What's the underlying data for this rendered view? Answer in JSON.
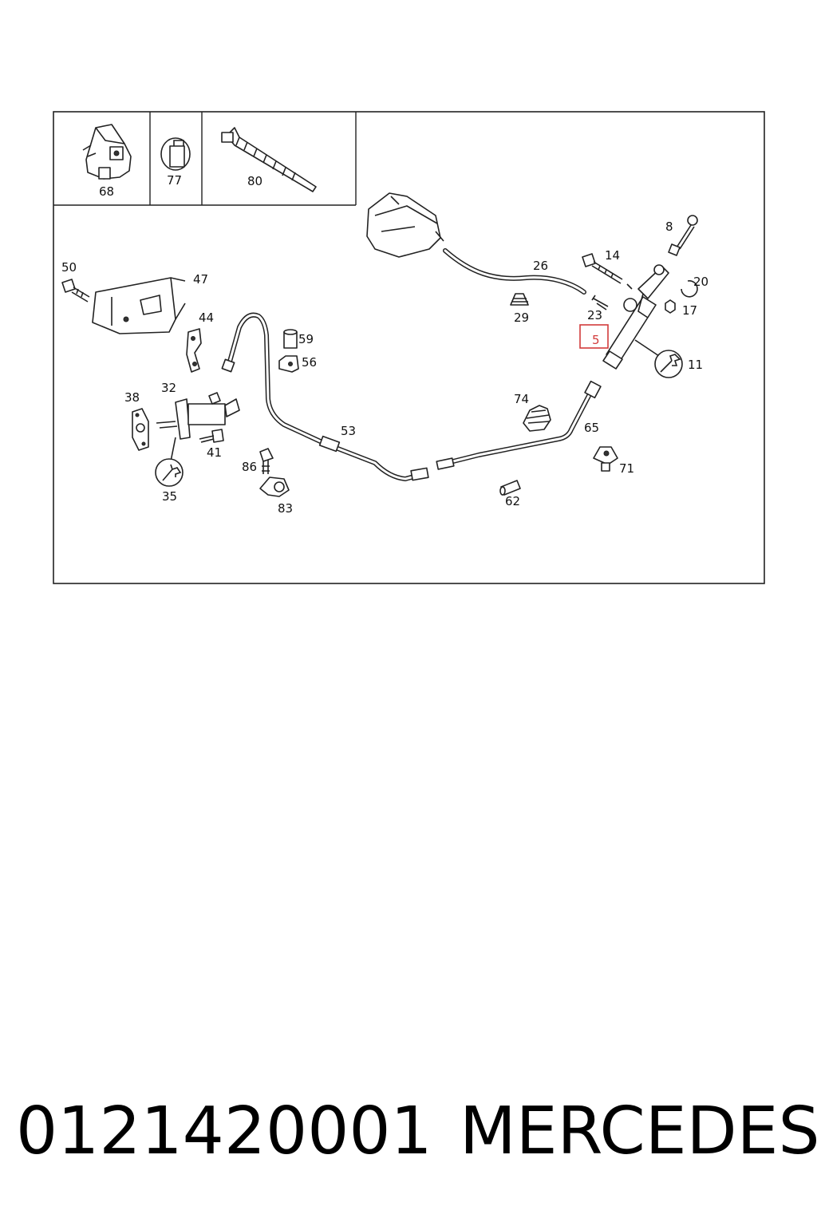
{
  "diagram": {
    "callouts": {
      "c68": "68",
      "c77": "77",
      "c80": "80",
      "c50": "50",
      "c47": "47",
      "c44": "44",
      "c26": "26",
      "c29": "29",
      "c14": "14",
      "c8": "8",
      "c20": "20",
      "c17": "17",
      "c23": "23",
      "c5": "5",
      "c11": "11",
      "c59": "59",
      "c56": "56",
      "c38": "38",
      "c32": "32",
      "c41": "41",
      "c35": "35",
      "c53": "53",
      "c86": "86",
      "c83": "83",
      "c74": "74",
      "c65": "65",
      "c71": "71",
      "c62": "62"
    },
    "highlighted_callout": "5",
    "highlight_color": "#d23b3b",
    "icons": [
      "wrench-icon"
    ]
  },
  "caption": {
    "part_number": "0121420001",
    "brand": "MERCEDES"
  }
}
